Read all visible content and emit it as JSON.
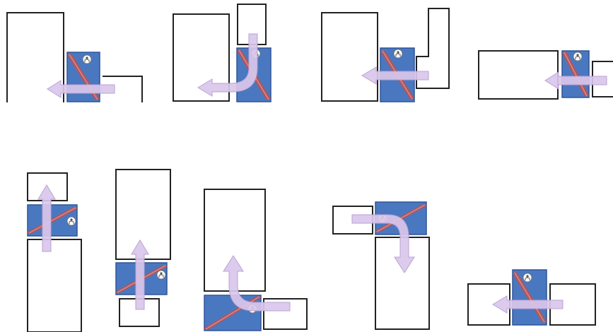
{
  "diagram": {
    "panels": [
      {
        "id": "p1",
        "flow": "leftward-exit-under-tall-block"
      },
      {
        "id": "p2",
        "flow": "down-then-left-curve"
      },
      {
        "id": "p3",
        "flow": "leftward-beside-notched-block"
      },
      {
        "id": "p4",
        "flow": "leftward-between-wide-and-small-block"
      },
      {
        "id": "p5",
        "flow": "upward-straight"
      },
      {
        "id": "p6",
        "flow": "upward-straight"
      },
      {
        "id": "p7",
        "flow": "left-then-up-curve"
      },
      {
        "id": "p8",
        "flow": "right-then-down-curve"
      },
      {
        "id": "p9",
        "flow": "leftward-between-blocks"
      }
    ]
  },
  "colors": {
    "panel_fill": "#4a78c0",
    "panel_stroke": "#2f5597",
    "cross_band": "#c0504d",
    "arrow_fill": "#d9c7ea",
    "arrow_stroke": "#b9a2d4",
    "outline": "#222222",
    "badge_fill": "#ffffff"
  },
  "icons": {
    "panel_badge": "person-icon"
  }
}
